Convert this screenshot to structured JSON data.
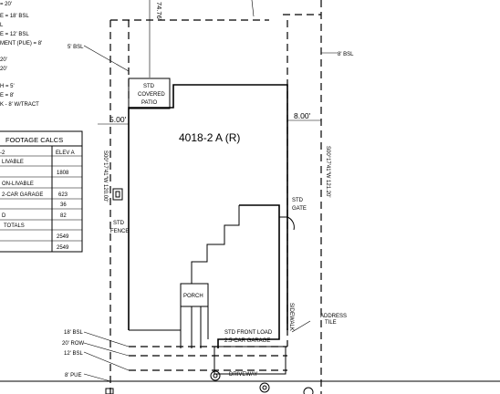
{
  "lot": {
    "title": "4018-2 A (R)",
    "top_dim": "74.76'",
    "left_setback_dim": "5.00'",
    "right_setback_dim": "8.00'",
    "left_side_dim": "S00°17'41\"W 120.00'",
    "right_side_dim": "S00°17'41\"W 121.20'"
  },
  "labels": {
    "bsl_5": "5' BSL",
    "bsl_8": "8' BSL",
    "patio": [
      "STD",
      "COVERED",
      "PATIO"
    ],
    "gate": [
      "STD",
      "GATE"
    ],
    "fence": [
      "STD",
      "FENCE"
    ],
    "porch": "PORCH",
    "garage": [
      "STD FRONT LOAD",
      "2.5-CAR GARAGE"
    ],
    "driveway": "DRIVEWAY",
    "address": [
      "ADDRESS",
      "TILE"
    ],
    "sidewalk": "SIDEWALK",
    "bsl_18": "18' BSL",
    "bsl_20": "20' ROW",
    "bsl_12": "12' BSL",
    "pue_8": "8' PUE"
  },
  "notes": [
    "= 20'",
    "E = 18' BSL",
    "L",
    "E = 12' BSL",
    "MENT (PUE) = 8'",
    "20'",
    "20'",
    "H = 5'",
    "E = 8'",
    "K - 8' W/TRACT"
  ],
  "table": {
    "title": "FOOTAGE CALCS",
    "header": [
      "-2",
      "ELEV A"
    ],
    "rows": [
      [
        "LIVABLE",
        ""
      ],
      [
        "",
        "1808"
      ],
      [
        "ON-LIVABLE",
        ""
      ],
      [
        "2-CAR GARAGE",
        "623"
      ],
      [
        "",
        "36"
      ],
      [
        "D",
        "82"
      ],
      [
        "TOTALS",
        ""
      ],
      [
        "",
        "2549"
      ],
      [
        "",
        "2549"
      ]
    ]
  }
}
